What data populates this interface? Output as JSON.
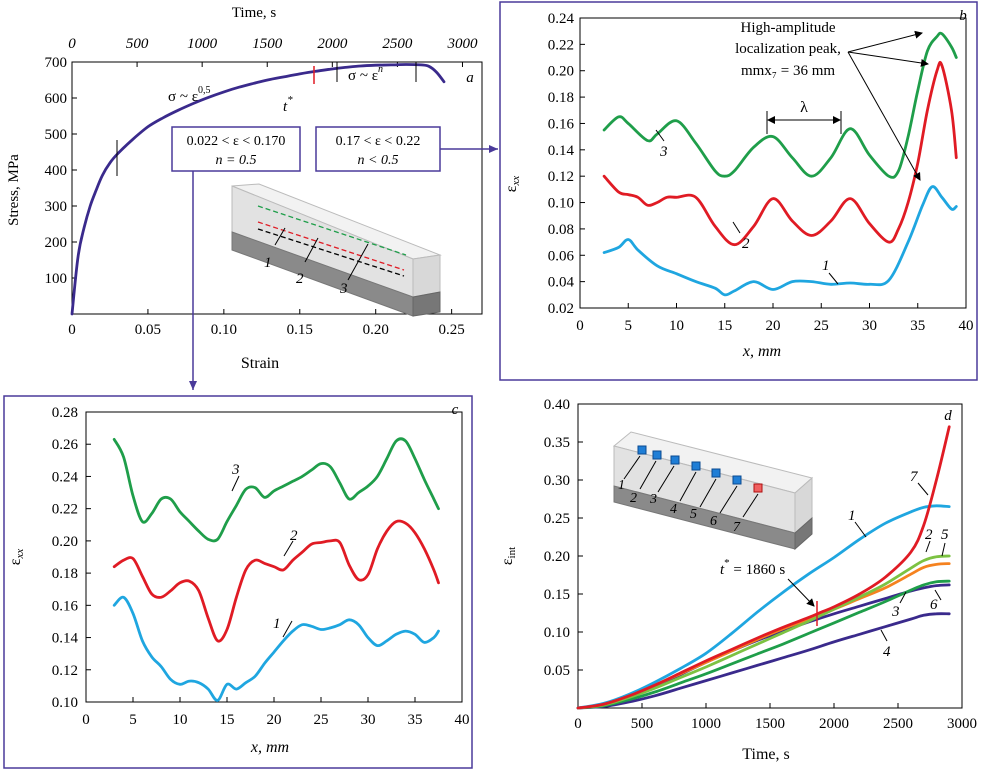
{
  "panels": {
    "a": {
      "letter": "a",
      "xlabel": "Strain",
      "ylabel": "Stress, MPa",
      "top_label": "Time, s",
      "x_ticks": [
        "0",
        "0.05",
        "0.10",
        "0.15",
        "0.20",
        "0.25"
      ],
      "y_ticks": [
        "100",
        "200",
        "300",
        "400",
        "500",
        "600",
        "700"
      ],
      "top_ticks": [
        "0",
        "500",
        "1000",
        "1500",
        "2000",
        "2500",
        "3000"
      ],
      "law1": "σ ~ ε",
      "law1_exp": "0,5",
      "law2": "σ ~ ε",
      "law2_exp": "n",
      "tstar": "t",
      "tstar_sup": "*",
      "box1_line1": "0.022 < ε < 0.170",
      "box1_line2": "n = 0.5",
      "box2_line1": "0.17 < ε < 0.22",
      "box2_line2": "n < 0.5",
      "inset_labels": [
        "1",
        "2",
        "3"
      ]
    },
    "b": {
      "letter": "b",
      "xlabel": "x, mm",
      "ylabel": "ε",
      "ylabel_sub": "xx",
      "x_ticks": [
        "0",
        "5",
        "10",
        "15",
        "20",
        "25",
        "30",
        "35",
        "40"
      ],
      "y_ticks": [
        "0.02",
        "0.04",
        "0.06",
        "0.08",
        "0.10",
        "0.12",
        "0.14",
        "0.16",
        "0.18",
        "0.20",
        "0.22",
        "0.24"
      ],
      "annotation_line1": "High-amplitude",
      "annotation_line2": "localization peak,",
      "annotation_line3": "mmx₇ = 36 mm",
      "lambda": "λ",
      "curve_labels": [
        "1",
        "2",
        "3"
      ]
    },
    "c": {
      "letter": "c",
      "xlabel": "x, mm",
      "ylabel": "ε",
      "ylabel_sub": "xx",
      "x_ticks": [
        "0",
        "5",
        "10",
        "15",
        "20",
        "25",
        "30",
        "35",
        "40"
      ],
      "y_ticks": [
        "0.10",
        "0.12",
        "0.14",
        "0.16",
        "0.18",
        "0.20",
        "0.22",
        "0.24",
        "0.26",
        "0.28"
      ],
      "curve_labels": [
        "1",
        "2",
        "3"
      ]
    },
    "d": {
      "letter": "d",
      "xlabel": "Time, s",
      "ylabel": "ε",
      "ylabel_sub": "int",
      "x_ticks": [
        "0",
        "500",
        "1000",
        "1500",
        "2000",
        "2500",
        "3000"
      ],
      "y_ticks": [
        "0.05",
        "0.10",
        "0.15",
        "0.20",
        "0.25",
        "0.30",
        "0.35",
        "0.40"
      ],
      "tstar_label": "t",
      "tstar_sup": "*",
      "tstar_value": " = 1860 s",
      "curve_labels": [
        "1",
        "2",
        "3",
        "4",
        "5",
        "6",
        "7"
      ],
      "inset_labels": [
        "1",
        "2",
        "3",
        "4",
        "5",
        "6",
        "7"
      ]
    }
  },
  "colors": {
    "purple": "#3a2a8c",
    "blue": "#1fa6e0",
    "red": "#e01b24",
    "green": "#1f9e4a",
    "lightgreen": "#7cc242",
    "orange": "#f5821f",
    "box": "#4a3a9a"
  },
  "chart_data": [
    {
      "panel": "a",
      "type": "line",
      "xlim": [
        0,
        0.27
      ],
      "ylim": [
        0,
        700
      ],
      "series": [
        {
          "x": [
            0,
            0.004,
            0.008,
            0.012,
            0.016,
            0.02,
            0.025,
            0.03,
            0.04,
            0.05,
            0.06,
            0.07,
            0.08,
            0.09,
            0.1,
            0.11,
            0.12,
            0.13,
            0.14,
            0.15,
            0.16,
            0.17,
            0.18,
            0.19,
            0.2,
            0.21,
            0.22,
            0.23,
            0.235,
            0.24,
            0.245
          ],
          "y": [
            0,
            160,
            240,
            300,
            345,
            385,
            420,
            445,
            485,
            520,
            545,
            566,
            585,
            602,
            617,
            630,
            641,
            651,
            659,
            667,
            674,
            680,
            685,
            689,
            691,
            692,
            693,
            692,
            688,
            672,
            645
          ]
        }
      ]
    },
    {
      "panel": "b",
      "type": "line",
      "xlim": [
        0,
        40
      ],
      "ylim": [
        0.02,
        0.24
      ],
      "series": [
        {
          "name": "1",
          "x": [
            2.5,
            4,
            5,
            6,
            8,
            10,
            12,
            14,
            15,
            16,
            18,
            20,
            22,
            24,
            26,
            28,
            30,
            32,
            34,
            35.5,
            36.5,
            37.5,
            38.5,
            39
          ],
          "y": [
            0.062,
            0.066,
            0.072,
            0.064,
            0.052,
            0.046,
            0.04,
            0.035,
            0.03,
            0.033,
            0.04,
            0.034,
            0.04,
            0.04,
            0.038,
            0.039,
            0.038,
            0.041,
            0.07,
            0.098,
            0.112,
            0.104,
            0.095,
            0.097
          ]
        },
        {
          "name": "2",
          "x": [
            2.5,
            4,
            5,
            6,
            7,
            8,
            9,
            10,
            12,
            14,
            16,
            18,
            20,
            22,
            24,
            26,
            28,
            30,
            32,
            33,
            34,
            35,
            36,
            37,
            37.5,
            38.5,
            39
          ],
          "y": [
            0.12,
            0.108,
            0.106,
            0.104,
            0.098,
            0.1,
            0.104,
            0.104,
            0.104,
            0.082,
            0.068,
            0.082,
            0.103,
            0.086,
            0.075,
            0.086,
            0.103,
            0.084,
            0.07,
            0.08,
            0.1,
            0.13,
            0.17,
            0.2,
            0.204,
            0.17,
            0.134
          ]
        },
        {
          "name": "3",
          "x": [
            2.5,
            4,
            5,
            7,
            8,
            10,
            12,
            14,
            15,
            16,
            18,
            20,
            22,
            24,
            26,
            28,
            30,
            32,
            33,
            34,
            35,
            36,
            37,
            37.5,
            38.5,
            39
          ],
          "y": [
            0.155,
            0.165,
            0.16,
            0.147,
            0.152,
            0.162,
            0.145,
            0.124,
            0.12,
            0.124,
            0.142,
            0.15,
            0.134,
            0.12,
            0.134,
            0.156,
            0.136,
            0.12,
            0.124,
            0.15,
            0.185,
            0.215,
            0.226,
            0.228,
            0.218,
            0.21
          ]
        }
      ]
    },
    {
      "panel": "c",
      "type": "line",
      "xlim": [
        0,
        40
      ],
      "ylim": [
        0.1,
        0.28
      ],
      "series": [
        {
          "name": "1",
          "x": [
            3,
            4,
            5,
            6,
            7,
            8,
            9,
            10,
            11,
            12,
            13,
            14,
            15,
            16,
            17,
            18,
            19,
            20,
            21,
            22,
            23,
            24,
            25,
            26,
            27,
            28,
            29,
            30,
            31,
            32,
            33,
            34,
            35,
            36,
            37,
            37.5
          ],
          "y": [
            0.16,
            0.165,
            0.155,
            0.138,
            0.128,
            0.122,
            0.114,
            0.111,
            0.113,
            0.112,
            0.108,
            0.101,
            0.111,
            0.108,
            0.112,
            0.116,
            0.124,
            0.131,
            0.138,
            0.144,
            0.148,
            0.147,
            0.145,
            0.146,
            0.148,
            0.151,
            0.148,
            0.14,
            0.135,
            0.138,
            0.142,
            0.144,
            0.142,
            0.137,
            0.14,
            0.144
          ]
        },
        {
          "name": "2",
          "x": [
            3,
            4,
            5,
            6,
            7,
            8,
            9,
            10,
            11,
            12,
            13,
            14,
            15,
            16,
            17,
            18,
            19,
            20,
            21,
            22,
            23,
            24,
            25,
            26,
            27,
            28,
            29,
            30,
            31,
            32,
            33,
            34,
            35,
            36,
            37,
            37.5
          ],
          "y": [
            0.184,
            0.188,
            0.189,
            0.178,
            0.167,
            0.165,
            0.169,
            0.174,
            0.175,
            0.169,
            0.152,
            0.138,
            0.145,
            0.165,
            0.182,
            0.188,
            0.186,
            0.184,
            0.182,
            0.188,
            0.193,
            0.198,
            0.199,
            0.2,
            0.199,
            0.185,
            0.176,
            0.179,
            0.195,
            0.206,
            0.212,
            0.211,
            0.205,
            0.195,
            0.182,
            0.174
          ]
        },
        {
          "name": "3",
          "x": [
            3,
            4,
            5,
            6,
            7,
            8,
            9,
            10,
            11,
            12,
            13,
            14,
            15,
            16,
            17,
            18,
            19,
            20,
            21,
            22,
            23,
            24,
            25,
            26,
            27,
            28,
            29,
            30,
            31,
            32,
            33,
            34,
            35,
            36,
            37,
            37.5
          ],
          "y": [
            0.263,
            0.252,
            0.228,
            0.212,
            0.217,
            0.226,
            0.226,
            0.218,
            0.212,
            0.206,
            0.201,
            0.201,
            0.212,
            0.222,
            0.232,
            0.233,
            0.227,
            0.231,
            0.234,
            0.237,
            0.24,
            0.244,
            0.248,
            0.246,
            0.236,
            0.226,
            0.23,
            0.234,
            0.24,
            0.251,
            0.262,
            0.262,
            0.251,
            0.238,
            0.226,
            0.22
          ]
        }
      ]
    },
    {
      "panel": "d",
      "type": "line",
      "xlim": [
        0,
        3000
      ],
      "ylim": [
        0,
        0.4
      ],
      "series": [
        {
          "name": "1",
          "x": [
            0,
            200,
            400,
            600,
            800,
            1000,
            1200,
            1400,
            1600,
            1800,
            2000,
            2200,
            2400,
            2600,
            2700,
            2800,
            2900
          ],
          "y": [
            0,
            0.006,
            0.018,
            0.034,
            0.052,
            0.072,
            0.098,
            0.126,
            0.152,
            0.176,
            0.198,
            0.222,
            0.243,
            0.258,
            0.264,
            0.266,
            0.265
          ]
        },
        {
          "name": "2",
          "x": [
            0,
            200,
            400,
            600,
            800,
            1000,
            1200,
            1400,
            1600,
            1800,
            2000,
            2200,
            2400,
            2600,
            2700,
            2800,
            2900
          ],
          "y": [
            0,
            0.004,
            0.014,
            0.026,
            0.04,
            0.054,
            0.069,
            0.084,
            0.099,
            0.114,
            0.13,
            0.146,
            0.163,
            0.184,
            0.194,
            0.199,
            0.2
          ]
        },
        {
          "name": "3",
          "x": [
            0,
            200,
            400,
            600,
            800,
            1000,
            1200,
            1400,
            1600,
            1800,
            2000,
            2200,
            2400,
            2600,
            2700,
            2800,
            2900
          ],
          "y": [
            0,
            0.003,
            0.011,
            0.021,
            0.033,
            0.045,
            0.058,
            0.071,
            0.084,
            0.098,
            0.112,
            0.126,
            0.14,
            0.155,
            0.162,
            0.166,
            0.167
          ]
        },
        {
          "name": "4",
          "x": [
            0,
            200,
            400,
            600,
            800,
            1000,
            1200,
            1400,
            1600,
            1800,
            2000,
            2200,
            2400,
            2600,
            2700,
            2800,
            2900
          ],
          "y": [
            0,
            0.002,
            0.008,
            0.016,
            0.026,
            0.036,
            0.046,
            0.056,
            0.066,
            0.076,
            0.087,
            0.097,
            0.107,
            0.117,
            0.122,
            0.124,
            0.124
          ]
        },
        {
          "name": "5",
          "x": [
            0,
            200,
            400,
            600,
            800,
            1000,
            1200,
            1400,
            1600,
            1800,
            2000,
            2200,
            2400,
            2600,
            2700,
            2800,
            2900
          ],
          "y": [
            0,
            0.005,
            0.016,
            0.03,
            0.045,
            0.06,
            0.075,
            0.09,
            0.104,
            0.117,
            0.13,
            0.144,
            0.158,
            0.176,
            0.185,
            0.189,
            0.19
          ]
        },
        {
          "name": "6",
          "x": [
            0,
            200,
            400,
            600,
            800,
            1000,
            1200,
            1400,
            1600,
            1800,
            2000,
            2200,
            2400,
            2600,
            2700,
            2800,
            2900
          ],
          "y": [
            0,
            0.004,
            0.014,
            0.028,
            0.044,
            0.06,
            0.075,
            0.089,
            0.101,
            0.113,
            0.124,
            0.134,
            0.144,
            0.154,
            0.158,
            0.161,
            0.162
          ]
        },
        {
          "name": "7",
          "x": [
            0,
            200,
            400,
            600,
            800,
            1000,
            1200,
            1400,
            1600,
            1800,
            1900,
            2000,
            2200,
            2400,
            2600,
            2700,
            2800,
            2900
          ],
          "y": [
            0,
            0.005,
            0.016,
            0.03,
            0.046,
            0.062,
            0.077,
            0.092,
            0.106,
            0.119,
            0.126,
            0.133,
            0.15,
            0.172,
            0.205,
            0.24,
            0.3,
            0.37
          ]
        }
      ]
    }
  ]
}
